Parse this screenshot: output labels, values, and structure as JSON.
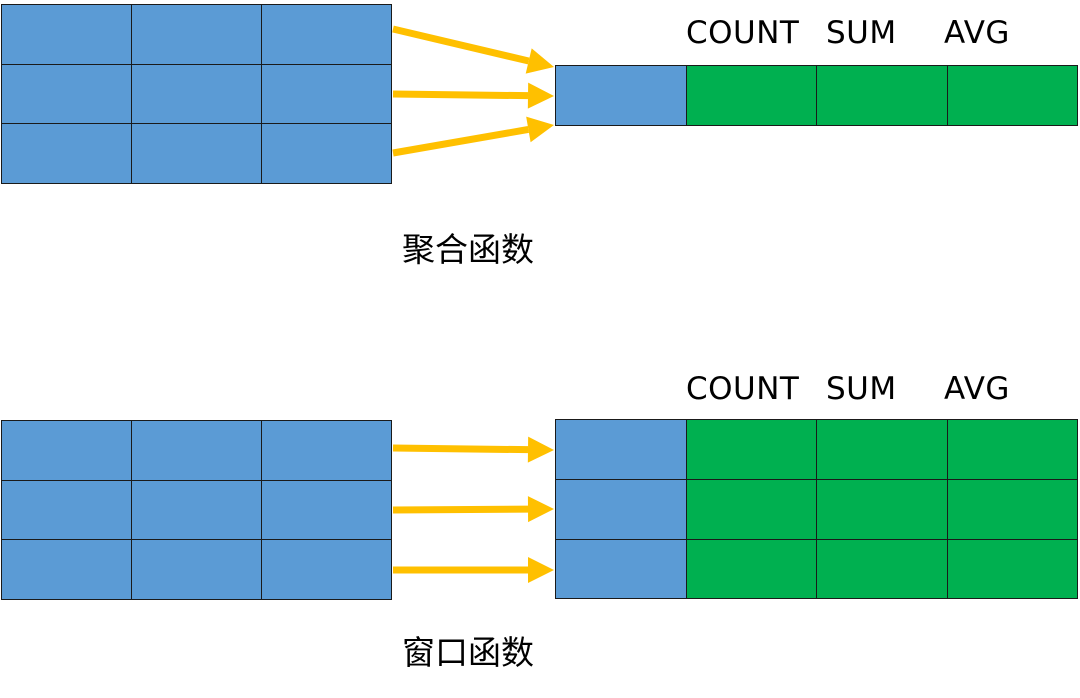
{
  "colors": {
    "input_cell": "#5b9bd5",
    "key_cell": "#5b9bd5",
    "result_cell": "#00b050",
    "arrow": "#ffc000",
    "border": "#1a1a1a"
  },
  "aggregate": {
    "headers": [
      "COUNT",
      "SUM",
      "AVG"
    ],
    "caption": "聚合函数"
  },
  "window": {
    "headers": [
      "COUNT",
      "SUM",
      "AVG"
    ],
    "caption": "窗口函数"
  }
}
